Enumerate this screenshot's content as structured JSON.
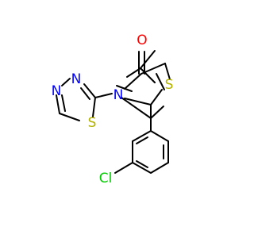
{
  "molecule": {
    "atoms": {
      "oxygen": {
        "label": "O",
        "color": "#ff0000"
      },
      "n_thiazolidine": {
        "label": "N",
        "color": "#0000ff"
      },
      "s_thiazolidine": {
        "label": "S",
        "color": "#b2b200"
      },
      "n_thiadiazole_a": {
        "label": "N",
        "color": "#0000ff"
      },
      "n_thiadiazole_b": {
        "label": "N",
        "color": "#0000ff"
      },
      "s_thiadiazole": {
        "label": "S",
        "color": "#b2b200"
      },
      "chlorine": {
        "label": "Cl",
        "color": "#00cc00"
      }
    }
  }
}
